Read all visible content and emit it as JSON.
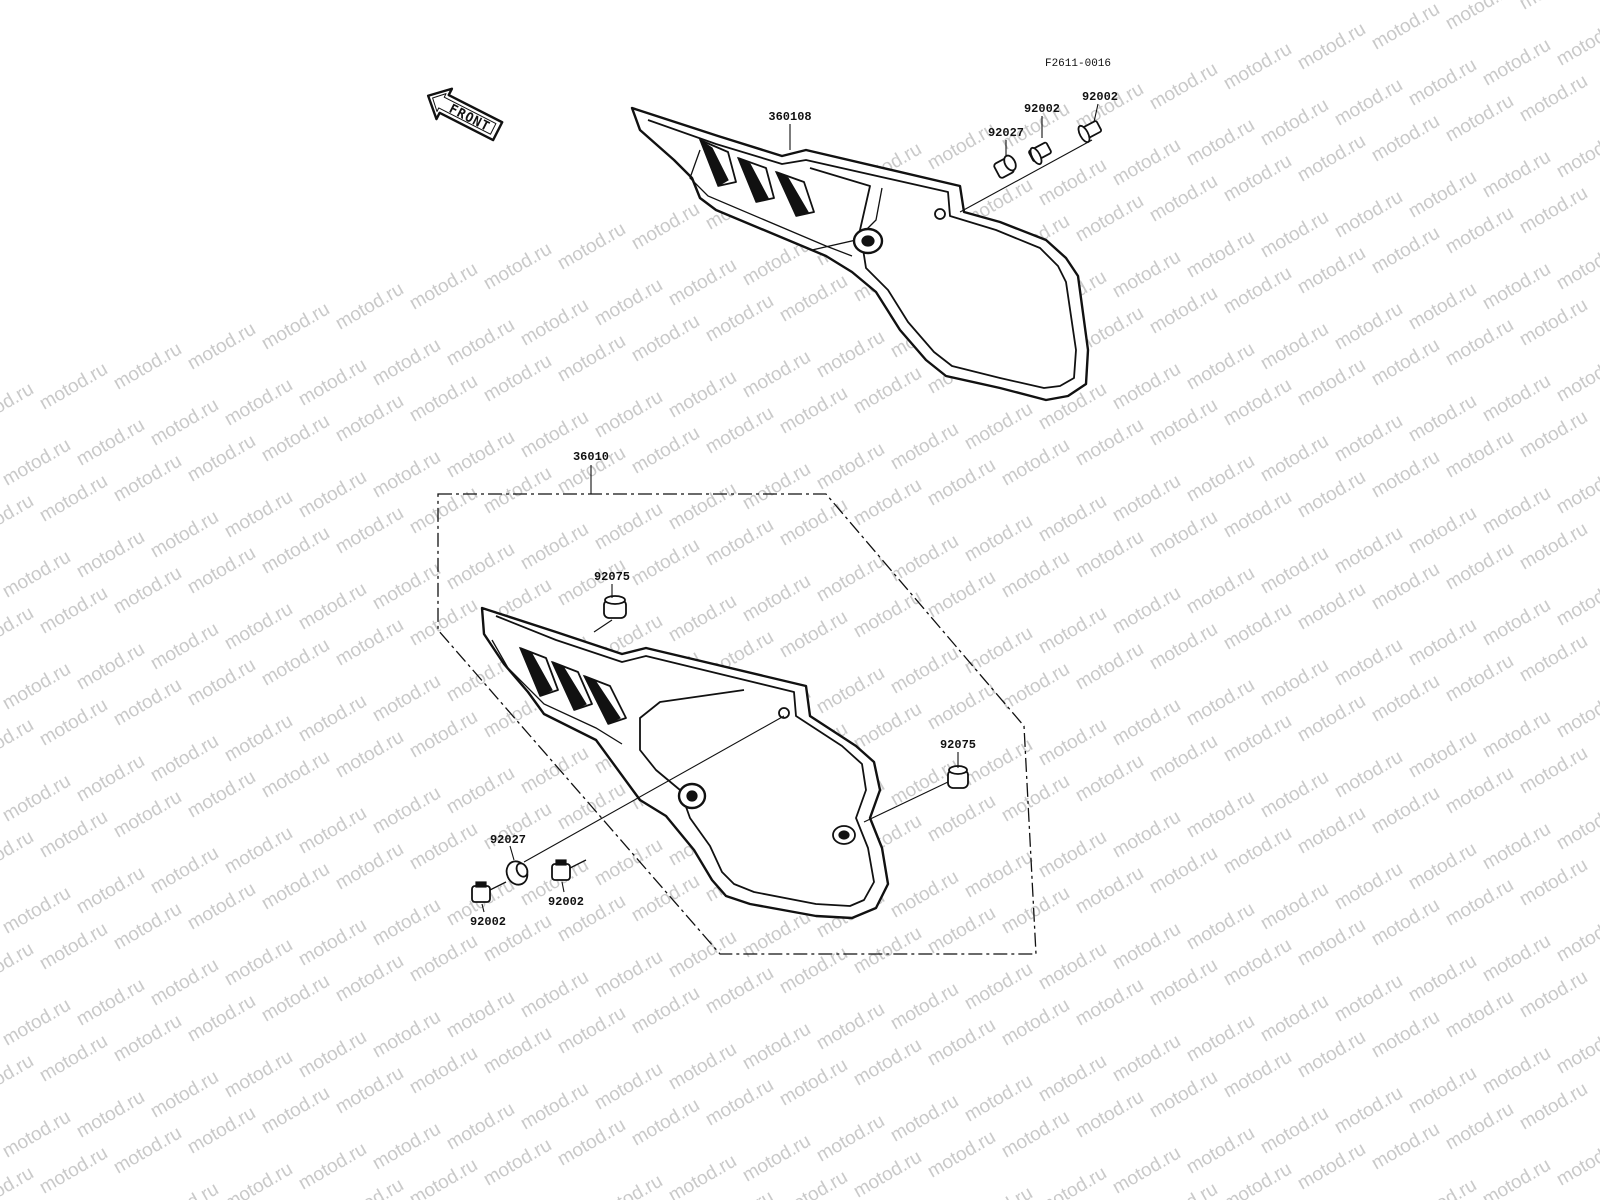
{
  "figure_code": "F2611-0016",
  "front_arrow": {
    "label": "FRONT"
  },
  "watermark": {
    "text": "motod.ru"
  },
  "upper_assembly": {
    "cover_part": "360108",
    "hardware": [
      "92027",
      "92002",
      "92002"
    ]
  },
  "lower_assembly": {
    "kit_part": "36010",
    "grommet_top": "92075",
    "grommet_right": "92075",
    "collar": "92027",
    "bolt_middle": "92002",
    "bolt_bottom": "92002"
  },
  "colors": {
    "ink": "#111111",
    "watermark": "#c9c9c9",
    "paper": "#ffffff"
  }
}
